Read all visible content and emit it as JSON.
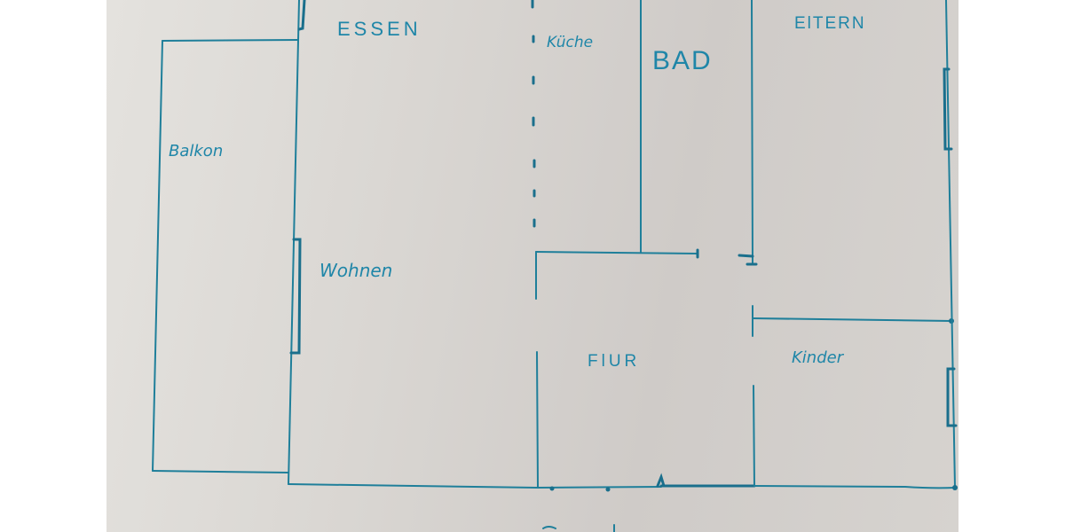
{
  "diagram": {
    "type": "hand-drawn floor plan",
    "ink_color": "#1f7f9a",
    "paper_color": "#d9d6d2",
    "rooms": [
      {
        "id": "essen",
        "label": "ESSEN"
      },
      {
        "id": "kueche",
        "label": "Küche"
      },
      {
        "id": "bad",
        "label": "BAD"
      },
      {
        "id": "eltern",
        "label": "ElTERN"
      },
      {
        "id": "balkon",
        "label": "Balkon"
      },
      {
        "id": "wohnen",
        "label": "Wohnen"
      },
      {
        "id": "flur",
        "label": "FlUR"
      },
      {
        "id": "kinder",
        "label": "Kinder"
      }
    ]
  }
}
